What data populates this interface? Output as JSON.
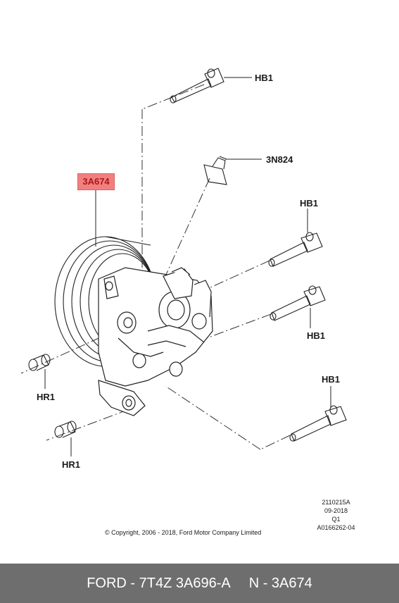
{
  "labels": {
    "pump_callout": "3A674",
    "bolt_top": "HB1",
    "sensor": "3N824",
    "bolt_mid_upper": "HB1",
    "bolt_mid_lower": "HB1",
    "bolt_bottom": "HB1",
    "bushing_left": "HR1",
    "bushing_bottom": "HR1"
  },
  "meta": {
    "line1": "2110215A",
    "line2": "09-2018",
    "line3": "Q1",
    "line4": "A0166262-04"
  },
  "copyright": "© Copyright, 2006 - 2018, Ford Motor Company Limited",
  "footer": {
    "part_number": "FORD - 7T4Z 3A696-A",
    "reference": "N - 3A674"
  },
  "colors": {
    "callout_highlight": "#f08080",
    "callout_text": "#b01515",
    "footer_bar": "#6e6e6e"
  }
}
